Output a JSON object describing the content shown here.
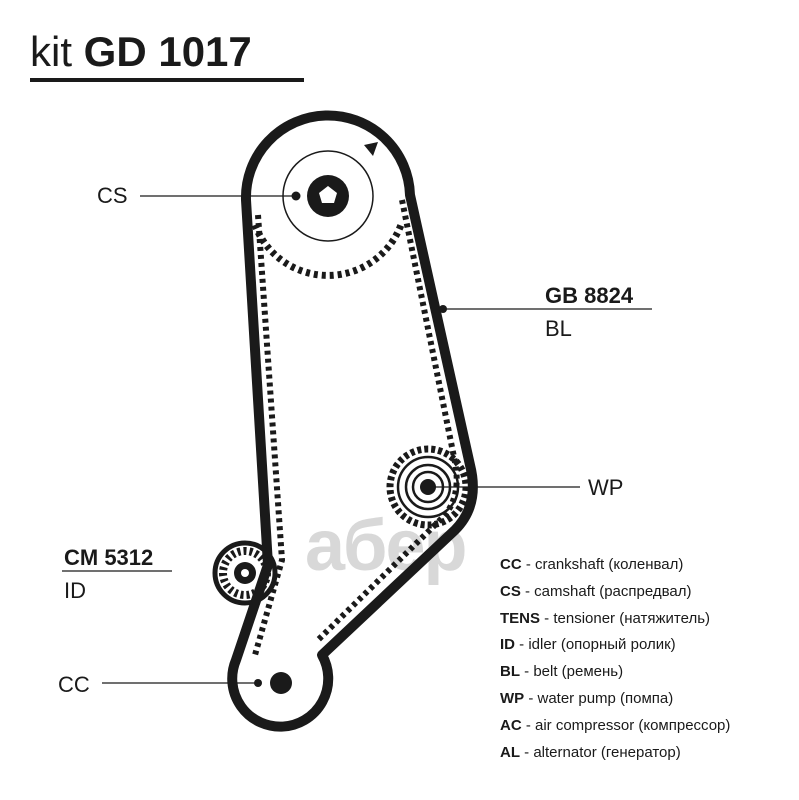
{
  "title": {
    "prefix": "kit",
    "code": "GD 1017"
  },
  "watermark": "aбep",
  "labels": {
    "cs": "CS",
    "wp": "WP",
    "cc": "CC",
    "belt_code": "GB 8824",
    "belt_abbr": "BL",
    "idler_code": "CM 5312",
    "idler_abbr": "ID"
  },
  "legend": [
    {
      "abbr": "CC",
      "text": " - crankshaft (коленвал)"
    },
    {
      "abbr": "CS",
      "text": " - camshaft (распредвал)"
    },
    {
      "abbr": "TENS",
      "text": " - tensioner (натяжитель)"
    },
    {
      "abbr": "ID",
      "text": " - idler (опорный ролик)"
    },
    {
      "abbr": "BL",
      "text": " - belt (ремень)"
    },
    {
      "abbr": "WP",
      "text": " - water pump (помпа)"
    },
    {
      "abbr": "AC",
      "text": " - air compressor (компрессор)"
    },
    {
      "abbr": "AL",
      "text": " - alternator (генератор)"
    }
  ]
}
